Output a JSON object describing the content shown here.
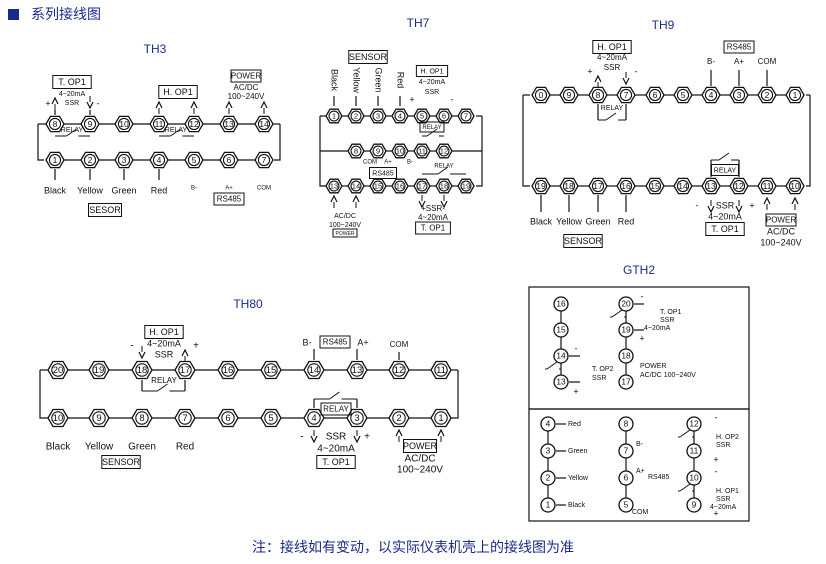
{
  "header": {
    "title": "系列接线图"
  },
  "note": "注：接线如有变动，以实际仪表机壳上的接线图为准",
  "th3": {
    "title": "TH3",
    "top_terminals": [
      "8",
      "9",
      "10",
      "11",
      "12",
      "13",
      "14"
    ],
    "bottom_terminals": [
      "1",
      "2",
      "3",
      "4",
      "5",
      "6",
      "7"
    ],
    "t_op1": "T. OP1",
    "t_op1_sub": "4~20mA",
    "t_op1_ssr": "SSR",
    "h_op1": "H. OP1",
    "relay_left": "RELAY",
    "relay_right": "RELAY",
    "power": "POWER",
    "power_sub": "AC/DC",
    "power_volt": "100~240V",
    "plus": "+",
    "minus": "-",
    "wires": [
      "Black",
      "Yellow",
      "Green",
      "Red"
    ],
    "b_minus": "B-",
    "a_plus": "A+",
    "com": "COM",
    "rs485": "RS485",
    "sensor": "SESOR"
  },
  "th7": {
    "title": "TH7",
    "sensor": "SENSOR",
    "wires": [
      "Black",
      "Yellow",
      "Green",
      "Red"
    ],
    "row1": [
      "1",
      "2",
      "3",
      "4",
      "5",
      "6",
      "7"
    ],
    "row2": [
      "8",
      "9",
      "10",
      "11",
      "12"
    ],
    "row3": [
      "13",
      "14",
      "15",
      "16",
      "17",
      "18",
      "19"
    ],
    "h_op1": "H. OP1",
    "h_op1_sub": "4~20mA",
    "h_op1_ssr": "SSR",
    "relay_top": "RELAY",
    "relay_bottom": "RELAY",
    "com": "COM",
    "a_plus": "A+",
    "b_minus": "B-",
    "rs485": "RS485",
    "power_sub": "AC/DC",
    "power_volt": "100~240V",
    "power": "POWER",
    "ssr_label": "+SSR-",
    "ma_label": "4~20mA",
    "t_op1": "T. OP1"
  },
  "th9": {
    "title": "TH9",
    "top_terminals": [
      "10",
      "9",
      "8",
      "7",
      "6",
      "5",
      "4",
      "3",
      "2",
      "1"
    ],
    "bottom_terminals": [
      "19",
      "18",
      "17",
      "16",
      "15",
      "14",
      "13",
      "12",
      "11",
      "10"
    ],
    "h_op1": "H. OP1",
    "h_op1_sub": "4~20mA",
    "h_op1_ssr": "SSR",
    "relay_top": "RELAY",
    "rs485": "RS485",
    "b_minus": "B-",
    "a_plus": "A+",
    "com": "COM",
    "wires": [
      "Black",
      "Yellow",
      "Green",
      "Red"
    ],
    "sensor": "SENSOR",
    "relay_bottom": "RELAY",
    "ssr_label": "SSR",
    "ma_label": "4~20mA",
    "t_op1": "T. OP1",
    "power": "POWER",
    "power_sub": "AC/DC",
    "power_volt": "100~240V",
    "plus": "+",
    "minus": "-"
  },
  "th80": {
    "title": "TH80",
    "top_terminals": [
      "20",
      "19",
      "18",
      "17",
      "16",
      "15",
      "14",
      "13",
      "12",
      "11"
    ],
    "bottom_terminals": [
      "10",
      "9",
      "8",
      "7",
      "6",
      "5",
      "4",
      "3",
      "2",
      "1"
    ],
    "h_op1": "H. OP1",
    "h_op1_sub": "4~20mA",
    "h_op1_ssr": "SSR",
    "relay_top": "RELAY",
    "b_minus": "B-",
    "rs485": "RS485",
    "a_plus": "A+",
    "com": "COM",
    "wires": [
      "Black",
      "Yellow",
      "Green",
      "Red"
    ],
    "sensor": "SENSOR",
    "relay_bottom": "RELAY",
    "ssr_label": "SSR",
    "ma_label": "4~20mA",
    "t_op1": "T. OP1",
    "power": "POWER",
    "power_sub": "AC/DC",
    "power_volt": "100~240V",
    "plus": "+",
    "minus": "-"
  },
  "gth2": {
    "title": "GTH2",
    "left_col": [
      "16",
      "15",
      "14",
      "13"
    ],
    "mid_col": [
      "20",
      "19",
      "18",
      "17"
    ],
    "t_op2": "T. OP2",
    "t_op2_ssr": "SSR",
    "t_op1": "T. OP1",
    "t_op1_ssr": "SSR",
    "t_op1_ma": "4~20mA",
    "power": "POWER",
    "power_volt": "AC/DC 100~240V",
    "sensor_terms": [
      "4",
      "3",
      "2",
      "1"
    ],
    "sensor_wires": [
      "Red",
      "Green",
      "Yellow",
      "Black"
    ],
    "rs_terms": [
      "8",
      "7",
      "6",
      "5"
    ],
    "b_minus": "B-",
    "a_plus": "A+",
    "rs485": "RS485",
    "com": "COM",
    "op_terms": [
      "12",
      "11",
      "10",
      "9"
    ],
    "h_op2": "H. OP2",
    "h_op2_ssr": "SSR",
    "h_op1": "H. OP1",
    "h_op1_ssr": "SSR",
    "h_op1_ma": "4~20mA",
    "plus": "+",
    "minus": "-"
  }
}
